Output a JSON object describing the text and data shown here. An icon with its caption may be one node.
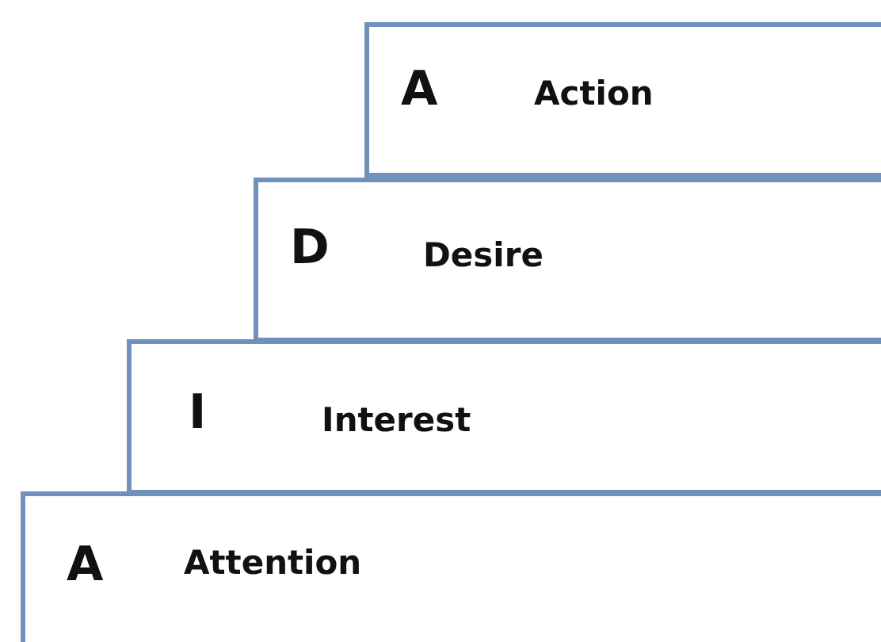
{
  "diagram": {
    "nodes": [
      {
        "text": [
          "A",
          "Action"
        ]
      },
      {
        "text": [
          "D",
          "Desire"
        ]
      },
      {
        "text": [
          "I",
          "Interest"
        ]
      },
      {
        "text": [
          "A",
          "Attention"
        ]
      }
    ]
  }
}
